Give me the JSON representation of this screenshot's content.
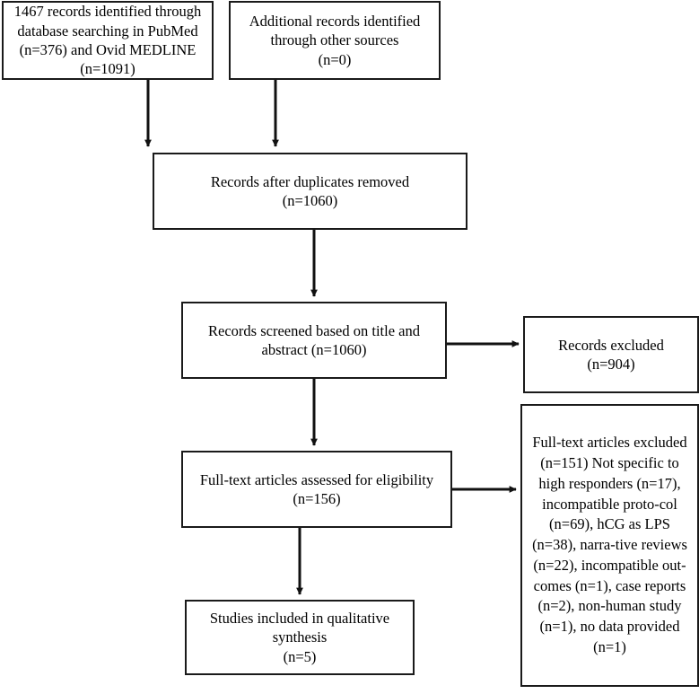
{
  "diagram": {
    "title": "PRISMA study selection flow diagram",
    "type": "flowchart",
    "stroke_color": "#1a1a1a",
    "background_color": "#ffffff",
    "text_color": "#000000"
  },
  "nodes": {
    "identified_database": {
      "id": "identified-db",
      "text": "1467 records identified through database searching in PubMed (n=376) and Ovid MEDLINE (n=1091)",
      "records_total": 1467,
      "pubmed": 376,
      "ovid_medline": 1091
    },
    "identified_other": {
      "id": "identified-other",
      "text": "Additional records identified through other sources\n(n=0)",
      "count": 0
    },
    "duplicates_removed": {
      "id": "duplicates-removed",
      "text": "Records after duplicates removed\n(n=1060)",
      "count": 1060
    },
    "records_screened": {
      "id": "records-screened",
      "text": "Records screened based on title and abstract (n=1060)",
      "count": 1060
    },
    "records_excluded": {
      "id": "records-excluded",
      "text": "Records excluded\n(n=904)",
      "count": 904
    },
    "fulltext_assessed": {
      "id": "fulltext-assessed",
      "text": "Full-text articles assessed for eligibility\n(n=156)",
      "count": 156
    },
    "fulltext_excluded": {
      "id": "fulltext-excluded",
      "text": "Full-text articles excluded (n=151) Not specific to high responders (n=17), incompatible proto-col (n=69), hCG as LPS (n=38), narra-tive reviews (n=22), incompatible out-comes (n=1), case reports (n=2), non-human study (n=1), no data provided (n=1)",
      "total_excluded": 151,
      "reasons": [
        {
          "label": "Not specific to high responders",
          "count": 17
        },
        {
          "label": "incompatible protocol",
          "count": 69
        },
        {
          "label": "hCG as LPS",
          "count": 38
        },
        {
          "label": "narrative reviews",
          "count": 22
        },
        {
          "label": "incompatible outcomes",
          "count": 1
        },
        {
          "label": "case reports",
          "count": 2
        },
        {
          "label": "non-human study",
          "count": 1
        },
        {
          "label": "no data provided",
          "count": 1
        }
      ]
    },
    "studies_included": {
      "id": "studies-included",
      "text": "Studies included in qualitative synthesis\n(n=5)",
      "count": 5
    }
  },
  "edges": [
    {
      "from": "identified_database",
      "to": "duplicates_removed",
      "direction": "down"
    },
    {
      "from": "identified_other",
      "to": "duplicates_removed",
      "direction": "down"
    },
    {
      "from": "duplicates_removed",
      "to": "records_screened",
      "direction": "down"
    },
    {
      "from": "records_screened",
      "to": "records_excluded",
      "direction": "right"
    },
    {
      "from": "records_screened",
      "to": "fulltext_assessed",
      "direction": "down"
    },
    {
      "from": "fulltext_assessed",
      "to": "fulltext_excluded",
      "direction": "right"
    },
    {
      "from": "fulltext_assessed",
      "to": "studies_included",
      "direction": "down"
    }
  ]
}
